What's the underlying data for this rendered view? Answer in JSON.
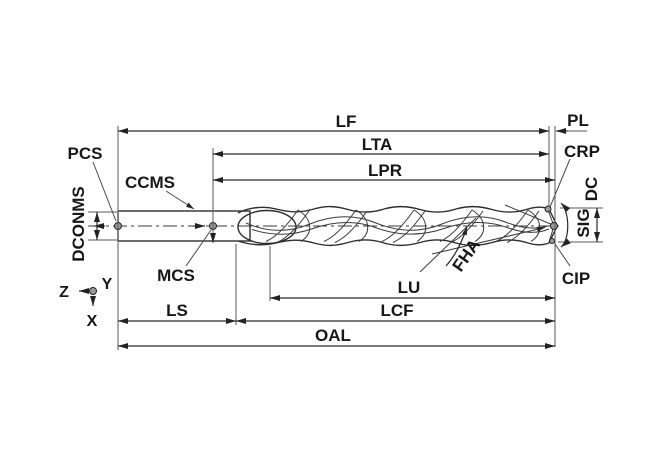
{
  "diagram": {
    "labels": {
      "lf": "LF",
      "pl": "PL",
      "lta": "LTA",
      "crp": "CRP",
      "lpr": "LPR",
      "pcs": "PCS",
      "ccms": "CCMS",
      "dconms": "DCONMS",
      "dc": "DC",
      "sig": "SIG",
      "mcs": "MCS",
      "fha": "FHA",
      "cip": "CIP",
      "lu": "LU",
      "ls": "LS",
      "lcf": "LCF",
      "oal": "OAL"
    },
    "axes": {
      "z": "Z",
      "y": "Y",
      "x": "X"
    },
    "colors": {
      "background": "#ffffff",
      "line": "#2b2b2b"
    }
  }
}
